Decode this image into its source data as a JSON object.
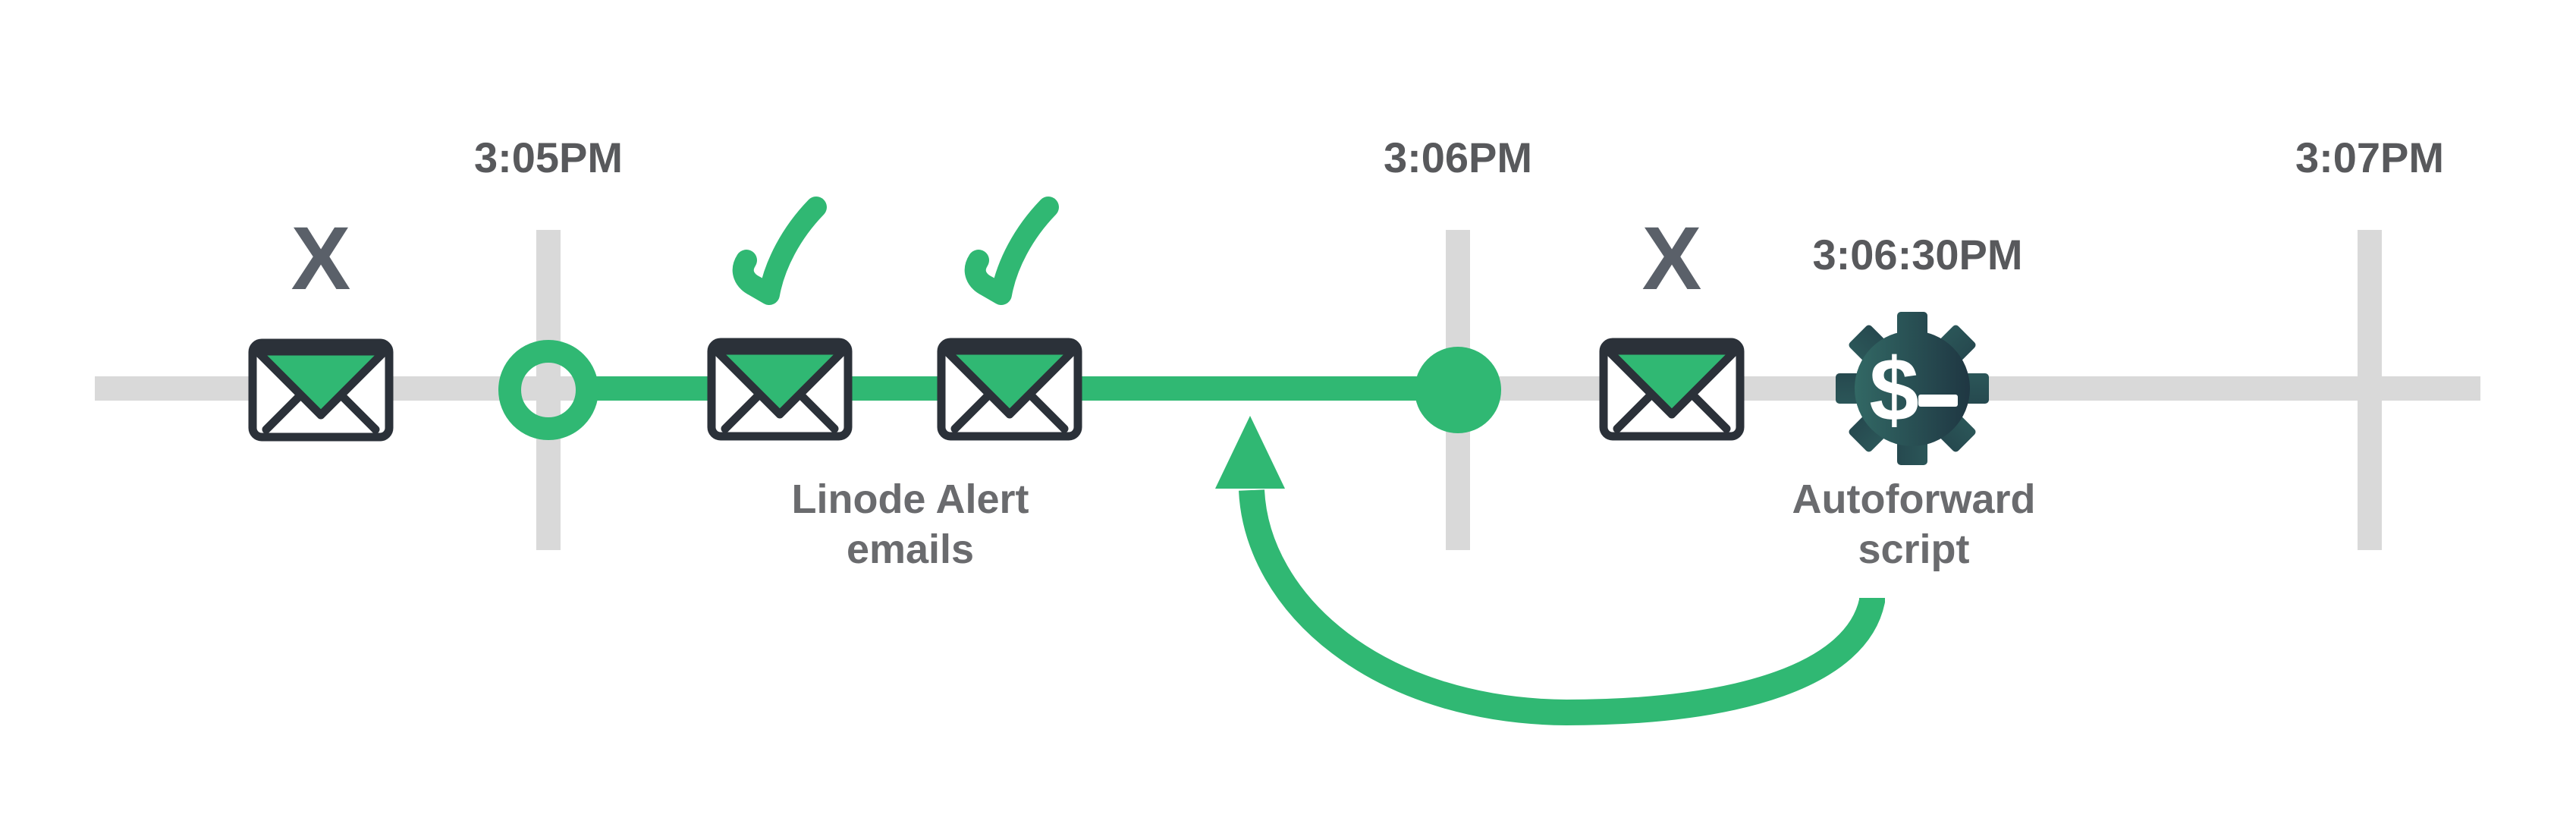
{
  "diagram_title": "Linode alert email autoforward timeline",
  "timeline": {
    "tick_labels": [
      "3:05PM",
      "3:06PM",
      "3:07PM"
    ],
    "event_time_label": "3:06:30PM"
  },
  "captions": {
    "emails_line1": "Linode Alert",
    "emails_line2": "emails",
    "script_line1": "Autoforward",
    "script_line2": "script"
  },
  "markers": {
    "failed_glyph": "X",
    "gear_dollar_glyph": "$"
  },
  "icons": {
    "envelope": "envelope-icon (white body, green flap, dark outline)",
    "checkmark": "checkmark-icon (green hand-drawn check)",
    "x": "x-mark (gray bold X, undelivered email)",
    "gear": "gear-dollar-icon (teal cog with $_ shell prompt)",
    "open_circle": "open-circle-marker (timeline start, 3:05PM)",
    "filled_circle": "filled-circle-marker (timeline end, 3:06PM)",
    "curved_arrow": "curved-arrow (loops from Autoforward script back to timeline)"
  },
  "colors": {
    "green": "#30b873",
    "track_gray": "#d9d9d9",
    "time_text": "#58595c",
    "caption_text": "#6a6b6e",
    "x_mark": "#5a6069",
    "envelope_outline": "#2b3139",
    "gear_gradient_left": "#35706a",
    "gear_gradient_right": "#1c2f3d",
    "background": "#ffffff"
  }
}
